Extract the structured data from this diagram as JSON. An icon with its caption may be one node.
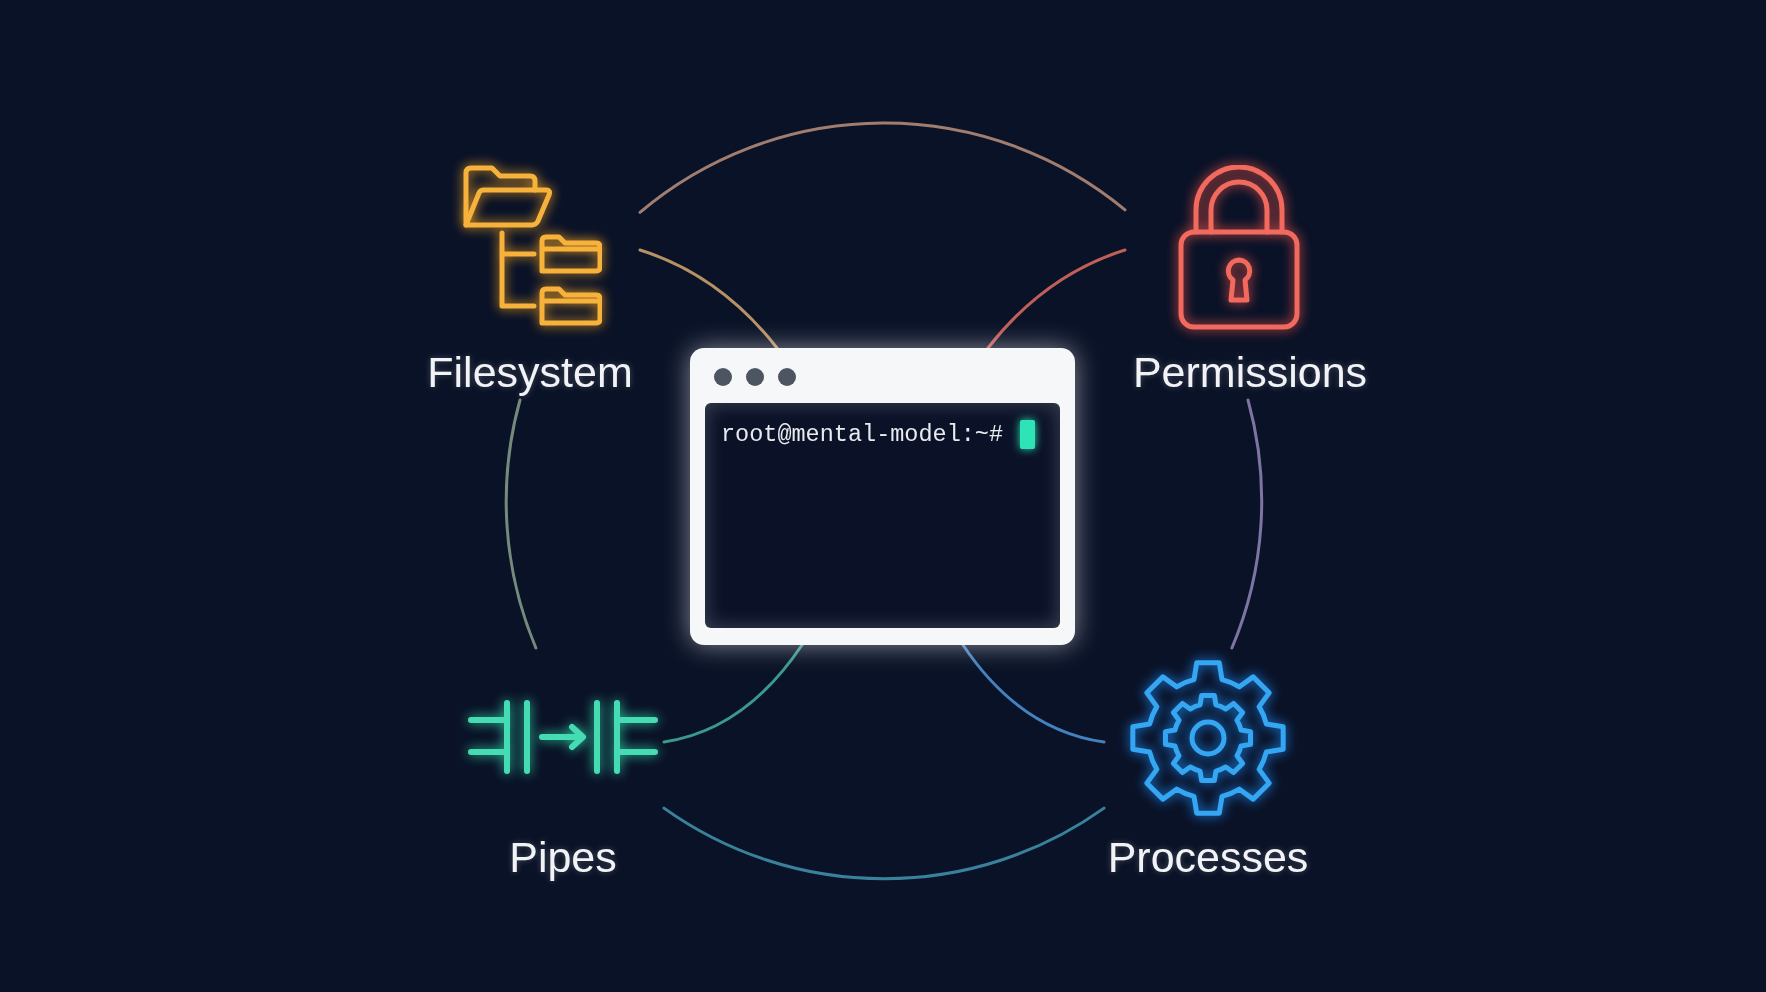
{
  "diagram": {
    "nodes": [
      {
        "text": [
          "Filesystem"
        ]
      },
      {
        "text": [
          "Permissions"
        ]
      },
      {
        "text": [
          "root@mental-model:~#"
        ]
      },
      {
        "text": [
          "Pipes"
        ]
      },
      {
        "text": [
          "Processes"
        ]
      }
    ],
    "edges": [
      {
        "from": 0,
        "to": 1,
        "arrow": "none",
        "color": "#b08a78"
      },
      {
        "from": 0,
        "to": 2,
        "arrow": "none",
        "color": "#c9a06c"
      },
      {
        "from": 1,
        "to": 2,
        "arrow": "none",
        "color": "#d4675e"
      },
      {
        "from": 0,
        "to": 3,
        "arrow": "none",
        "color": "#7f9886"
      },
      {
        "from": 1,
        "to": 4,
        "arrow": "none",
        "color": "#8a80b0"
      },
      {
        "from": 3,
        "to": 2,
        "arrow": "none",
        "color": "#3fa898"
      },
      {
        "from": 4,
        "to": 2,
        "arrow": "none",
        "color": "#4a8fd0"
      },
      {
        "from": 3,
        "to": 4,
        "arrow": "none",
        "color": "#3f8fa8"
      }
    ]
  }
}
